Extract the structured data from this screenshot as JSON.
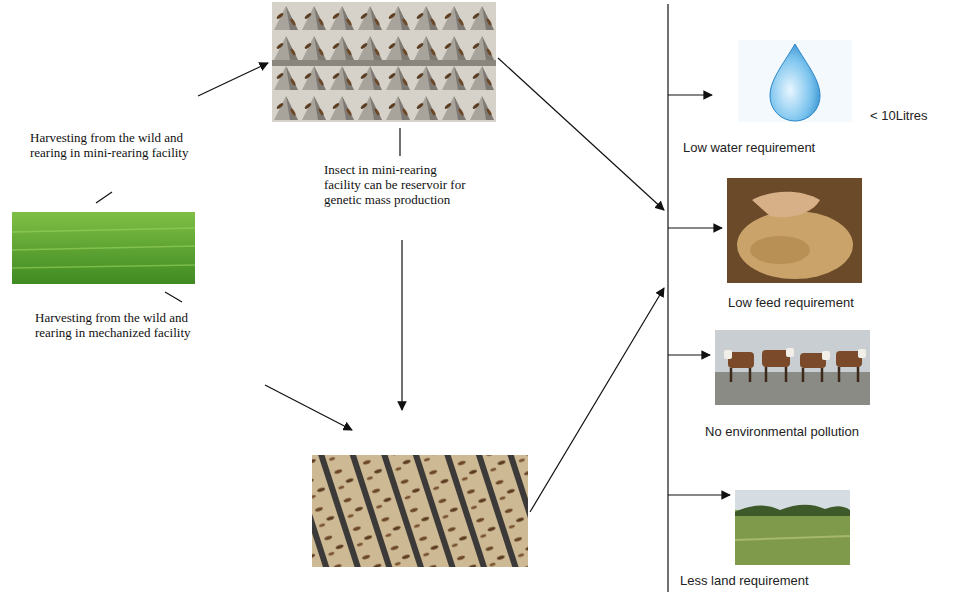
{
  "diagram": {
    "nodes": [
      {
        "text": [
          "< 10Litres",
          "Low water requirement"
        ]
      },
      {
        "text": [
          "Low feed requirement"
        ]
      },
      {
        "text": [
          "No environmental pollution"
        ]
      },
      {
        "text": [
          "Less land requirement"
        ]
      }
    ],
    "labels": [
      "Harvesting from the wild and rearing in mini-rearing facility",
      "Insect in mini-rearing facility can be reservoir for genetic mass production",
      "Harvesting from the wild and rearing in mechanized facility"
    ]
  }
}
